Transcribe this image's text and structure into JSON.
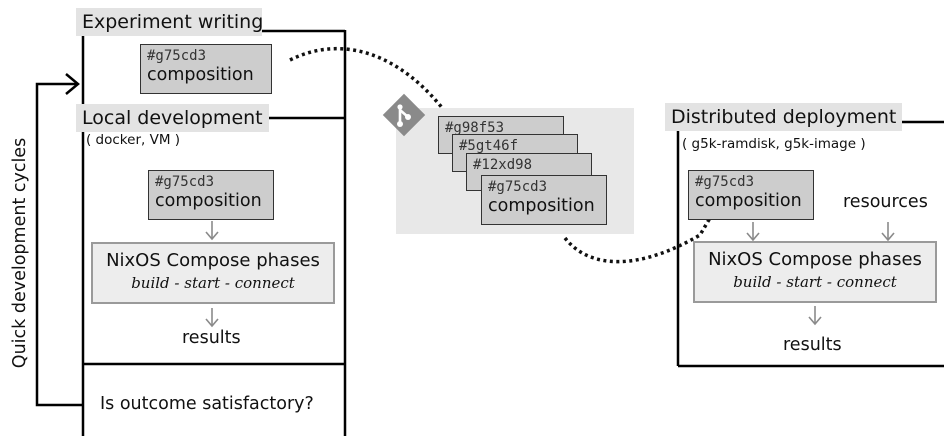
{
  "side_label": "Quick development cycles",
  "experiment": {
    "header": "Experiment writing",
    "hash": "#g75cd3",
    "label": "composition"
  },
  "local": {
    "header": "Local development",
    "sub": "( docker, VM )",
    "hash": "#g75cd3",
    "label": "composition",
    "phases_title": "NixOS Compose phases",
    "phases_sub": "build - start - connect",
    "results": "results",
    "question": "Is outcome satisfactory?"
  },
  "repo": {
    "icon": "git-icon",
    "commits": [
      {
        "hash": "#g98f53"
      },
      {
        "hash": "#5gt46f"
      },
      {
        "hash": "#12xd98"
      },
      {
        "hash": "#g75cd3",
        "label": "composition"
      }
    ]
  },
  "distributed": {
    "header": "Distributed deployment",
    "sub": "( g5k-ramdisk, g5k-image )",
    "hash": "#g75cd3",
    "label": "composition",
    "resources": "resources",
    "phases_title": "NixOS Compose phases",
    "phases_sub": "build - start - connect",
    "results": "results"
  },
  "colors": {
    "header_bg": "#e3e3e3",
    "composition_bg": "#cdcdcd",
    "repo_bg": "#e8e8e8",
    "phase_bg": "#ededed",
    "git_icon": "#8a8a8a"
  }
}
